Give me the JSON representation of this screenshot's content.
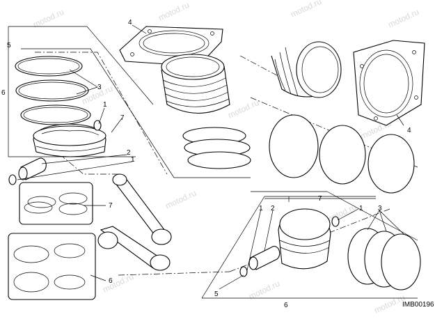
{
  "drawing_code": "IMB00196",
  "watermark_text": "motod.ru",
  "callouts": {
    "c1": "1",
    "c2": "2",
    "c3": "3",
    "c4": "4",
    "c5": "5",
    "c6": "6",
    "c7": "7"
  }
}
